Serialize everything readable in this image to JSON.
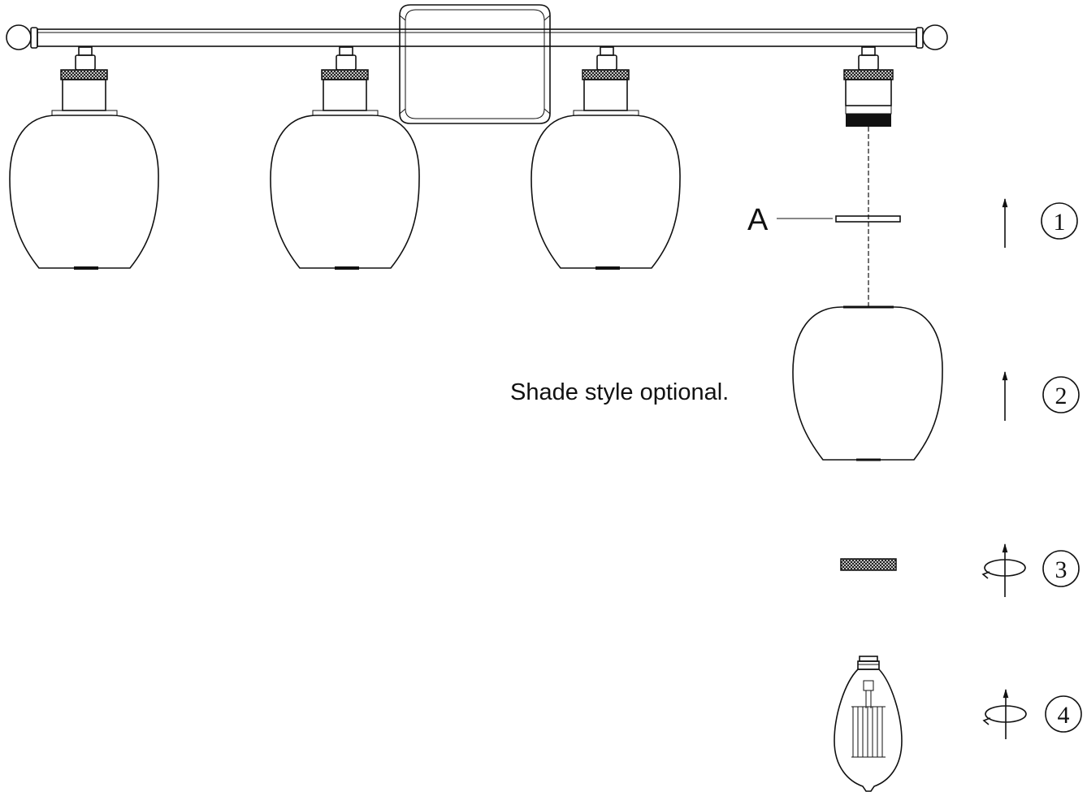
{
  "diagram": {
    "part_label": "A",
    "note": "Shade style optional.",
    "steps": [
      {
        "number": "1",
        "motion": "push-up"
      },
      {
        "number": "2",
        "motion": "push-up"
      },
      {
        "number": "3",
        "motion": "twist-up"
      },
      {
        "number": "4",
        "motion": "twist-up"
      }
    ],
    "line_color": "#111111",
    "background": "#ffffff"
  }
}
